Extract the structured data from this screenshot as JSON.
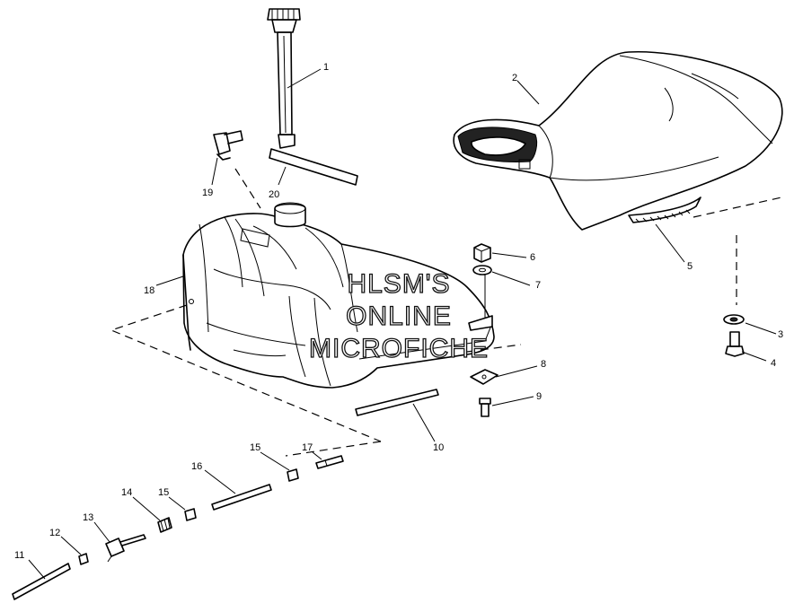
{
  "callouts": [
    {
      "id": "c1",
      "label": "1"
    },
    {
      "id": "c2",
      "label": "2"
    },
    {
      "id": "c3",
      "label": "3"
    },
    {
      "id": "c4",
      "label": "4"
    },
    {
      "id": "c5",
      "label": "5"
    },
    {
      "id": "c6",
      "label": "6"
    },
    {
      "id": "c7",
      "label": "7"
    },
    {
      "id": "c8",
      "label": "8"
    },
    {
      "id": "c9",
      "label": "9"
    },
    {
      "id": "c10",
      "label": "10"
    },
    {
      "id": "c11",
      "label": "11"
    },
    {
      "id": "c12",
      "label": "12"
    },
    {
      "id": "c13",
      "label": "13"
    },
    {
      "id": "c14",
      "label": "14"
    },
    {
      "id": "c15a",
      "label": "15"
    },
    {
      "id": "c15b",
      "label": "15"
    },
    {
      "id": "c16",
      "label": "16"
    },
    {
      "id": "c17",
      "label": "17"
    },
    {
      "id": "c18",
      "label": "18"
    },
    {
      "id": "c19",
      "label": "19"
    },
    {
      "id": "c20",
      "label": "20"
    }
  ],
  "watermark": {
    "line1": "HLSM'S",
    "line2": "ONLINE",
    "line3": "MICROFICHE"
  }
}
